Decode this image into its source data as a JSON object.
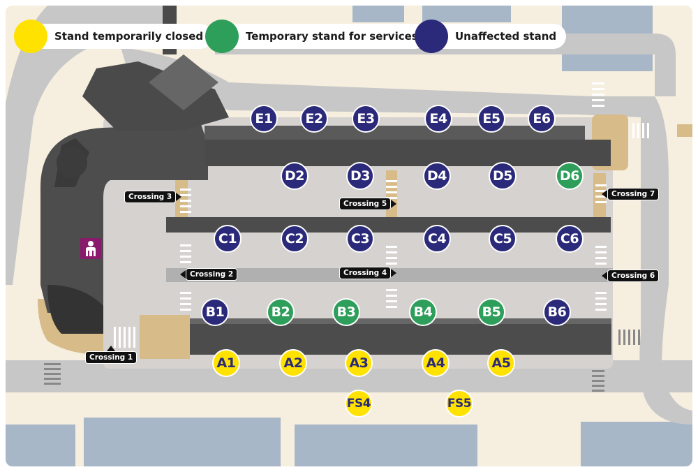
{
  "legend": [
    {
      "label": "Stand temporarily closed",
      "color": "#ffe200"
    },
    {
      "label": "Temporary stand for services",
      "color": "#2e9e5b"
    },
    {
      "label": "Unaffected stand",
      "color": "#2b2a7a"
    }
  ],
  "stands": [
    {
      "id": "E1",
      "status": "unaffected"
    },
    {
      "id": "E2",
      "status": "unaffected"
    },
    {
      "id": "E3",
      "status": "unaffected"
    },
    {
      "id": "E4",
      "status": "unaffected"
    },
    {
      "id": "E5",
      "status": "unaffected"
    },
    {
      "id": "E6",
      "status": "unaffected"
    },
    {
      "id": "D2",
      "status": "unaffected"
    },
    {
      "id": "D3",
      "status": "unaffected"
    },
    {
      "id": "D4",
      "status": "unaffected"
    },
    {
      "id": "D5",
      "status": "unaffected"
    },
    {
      "id": "D6",
      "status": "services"
    },
    {
      "id": "C1",
      "status": "unaffected"
    },
    {
      "id": "C2",
      "status": "unaffected"
    },
    {
      "id": "C3",
      "status": "unaffected"
    },
    {
      "id": "C4",
      "status": "unaffected"
    },
    {
      "id": "C5",
      "status": "unaffected"
    },
    {
      "id": "C6",
      "status": "unaffected"
    },
    {
      "id": "B1",
      "status": "unaffected"
    },
    {
      "id": "B2",
      "status": "services"
    },
    {
      "id": "B3",
      "status": "services"
    },
    {
      "id": "B4",
      "status": "services"
    },
    {
      "id": "B5",
      "status": "services"
    },
    {
      "id": "B6",
      "status": "unaffected"
    },
    {
      "id": "A1",
      "status": "closed"
    },
    {
      "id": "A2",
      "status": "closed"
    },
    {
      "id": "A3",
      "status": "closed"
    },
    {
      "id": "A4",
      "status": "closed"
    },
    {
      "id": "A5",
      "status": "closed"
    },
    {
      "id": "FS4",
      "status": "closed"
    },
    {
      "id": "FS5",
      "status": "closed"
    }
  ],
  "crossings": [
    {
      "label": "Crossing 1"
    },
    {
      "label": "Crossing 2"
    },
    {
      "label": "Crossing 3"
    },
    {
      "label": "Crossing 4"
    },
    {
      "label": "Crossing 5"
    },
    {
      "label": "Crossing 6"
    },
    {
      "label": "Crossing 7"
    }
  ],
  "facility_icon": "person-icon",
  "colors": {
    "land": "#f6eedf",
    "road": "#c7c7c7",
    "building": "#a7b7c7",
    "platform": "#555555",
    "pavement": "#d6d2d0",
    "sand": "#d7bb89"
  }
}
